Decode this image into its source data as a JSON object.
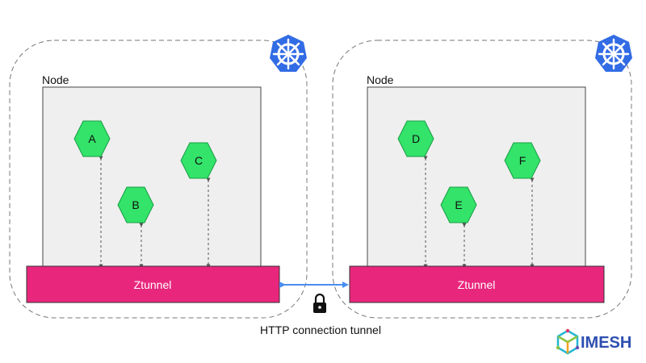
{
  "diagram": {
    "colors": {
      "ztunnel": "#e8267c",
      "node_fill": "#efefef",
      "pod_fill": "#33e36a",
      "pod_stroke": "#1a9c45",
      "arrow": "#4a8ef0",
      "k8s_blue": "#326ce5"
    },
    "clusters": [
      {
        "node_label": "Node",
        "ztunnel_label": "Ztunnel",
        "icon": "kubernetes-helm-icon",
        "pods": [
          "A",
          "B",
          "C"
        ]
      },
      {
        "node_label": "Node",
        "ztunnel_label": "Ztunnel",
        "icon": "kubernetes-helm-icon",
        "pods": [
          "D",
          "E",
          "F"
        ]
      }
    ],
    "tunnel_caption": "HTTP connection tunnel",
    "lock_icon": "lock-icon",
    "brand": {
      "text": "IMESH",
      "icon": "imesh-cube-icon"
    }
  }
}
